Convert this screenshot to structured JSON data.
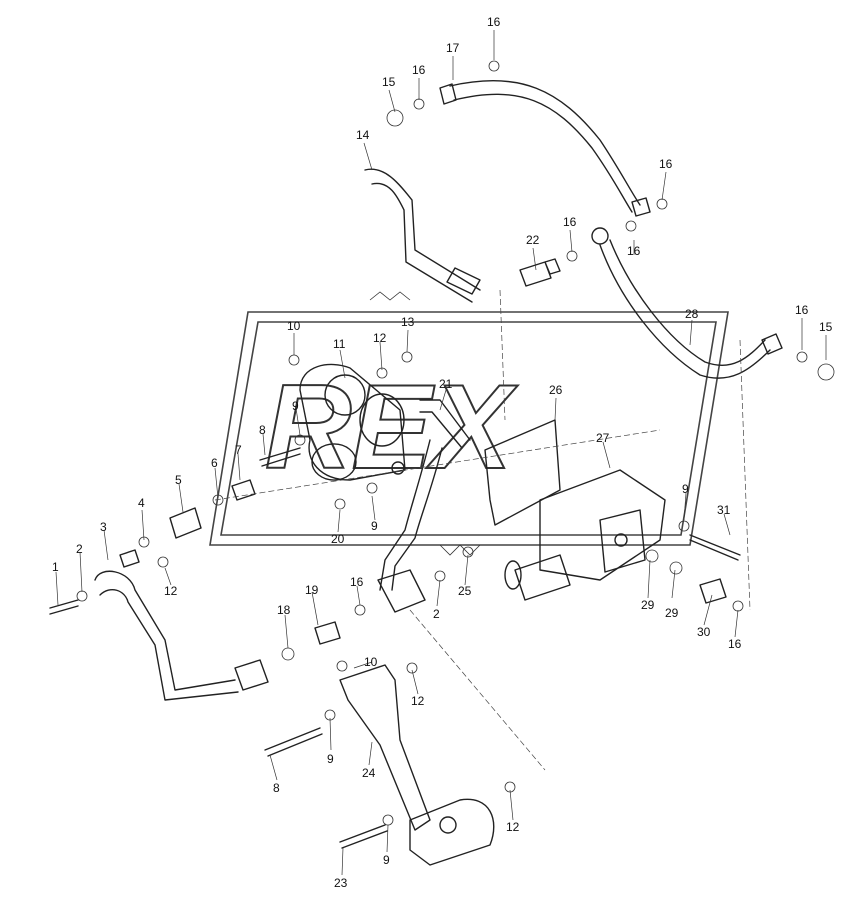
{
  "watermark": {
    "text": "REX"
  },
  "labels": [
    {
      "id": "l16a",
      "text": "16"
    },
    {
      "id": "l17",
      "text": "17"
    },
    {
      "id": "l15a",
      "text": "15"
    },
    {
      "id": "l16b",
      "text": "16"
    },
    {
      "id": "l14",
      "text": "14"
    },
    {
      "id": "l16c",
      "text": "16"
    },
    {
      "id": "l16d",
      "text": "16"
    },
    {
      "id": "l16e",
      "text": "16"
    },
    {
      "id": "l22",
      "text": "22"
    },
    {
      "id": "l28",
      "text": "28"
    },
    {
      "id": "l16f",
      "text": "16"
    },
    {
      "id": "l15b",
      "text": "15"
    },
    {
      "id": "l10a",
      "text": "10"
    },
    {
      "id": "l12a",
      "text": "12"
    },
    {
      "id": "l13",
      "text": "13"
    },
    {
      "id": "l11",
      "text": "11"
    },
    {
      "id": "l21",
      "text": "21"
    },
    {
      "id": "l26",
      "text": "26"
    },
    {
      "id": "l9a",
      "text": "9"
    },
    {
      "id": "l8a",
      "text": "8"
    },
    {
      "id": "l7",
      "text": "7"
    },
    {
      "id": "l6",
      "text": "6"
    },
    {
      "id": "l27",
      "text": "27"
    },
    {
      "id": "l5",
      "text": "5"
    },
    {
      "id": "l9b",
      "text": "9"
    },
    {
      "id": "l4",
      "text": "4"
    },
    {
      "id": "l31",
      "text": "31"
    },
    {
      "id": "l3",
      "text": "3"
    },
    {
      "id": "l9c",
      "text": "9"
    },
    {
      "id": "l20",
      "text": "20"
    },
    {
      "id": "l2a",
      "text": "2"
    },
    {
      "id": "l12b",
      "text": "12"
    },
    {
      "id": "l1",
      "text": "1"
    },
    {
      "id": "l25",
      "text": "25"
    },
    {
      "id": "l19",
      "text": "19"
    },
    {
      "id": "l16g",
      "text": "16"
    },
    {
      "id": "l2b",
      "text": "2"
    },
    {
      "id": "l29a",
      "text": "29"
    },
    {
      "id": "l29b",
      "text": "29"
    },
    {
      "id": "l18",
      "text": "18"
    },
    {
      "id": "l30",
      "text": "30"
    },
    {
      "id": "l16h",
      "text": "16"
    },
    {
      "id": "l10b",
      "text": "10"
    },
    {
      "id": "l12c",
      "text": "12"
    },
    {
      "id": "l9d",
      "text": "9"
    },
    {
      "id": "l24",
      "text": "24"
    },
    {
      "id": "l8b",
      "text": "8"
    },
    {
      "id": "l12d",
      "text": "12"
    },
    {
      "id": "l9e",
      "text": "9"
    },
    {
      "id": "l23",
      "text": "23"
    }
  ]
}
